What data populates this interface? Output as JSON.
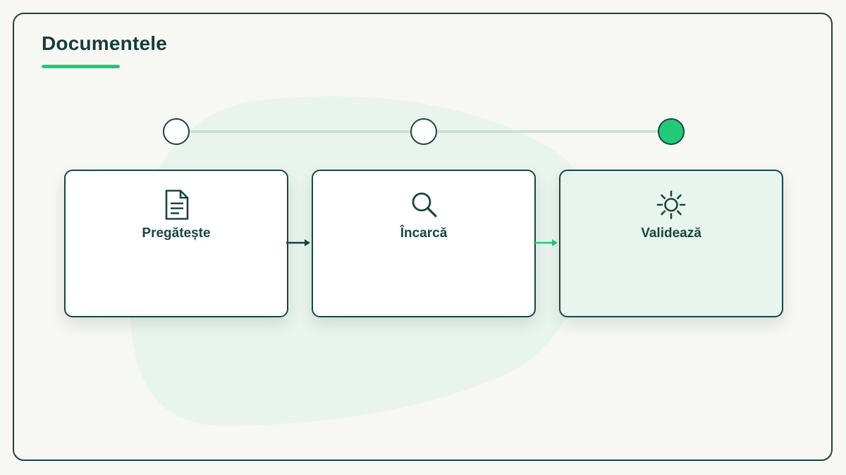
{
  "header": {
    "title": "Documentele"
  },
  "steps": [
    {
      "label": "Pregătește",
      "icon": "document-icon",
      "active": false
    },
    {
      "label": "Încarcă",
      "icon": "search-icon",
      "active": false
    },
    {
      "label": "Validează",
      "icon": "sun-icon",
      "active": true
    }
  ],
  "colors": {
    "outline": "#18463d",
    "accent": "#1fcb77",
    "track": "#cfe0d8",
    "highlight_bg": "#e8f5ee",
    "background": "#f7f7f3"
  }
}
